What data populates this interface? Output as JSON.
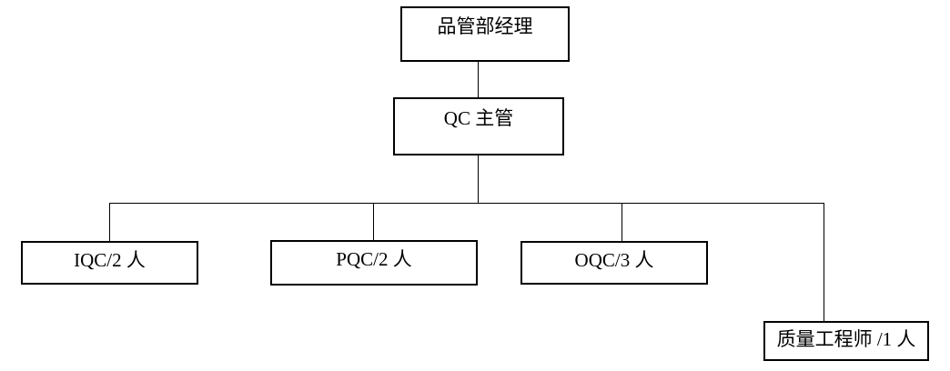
{
  "diagram": {
    "type": "org-chart",
    "colors": {
      "background": "#ffffff",
      "line": "#000000",
      "text": "#000000"
    },
    "nodes": {
      "manager": {
        "label": "品管部经理"
      },
      "qc_supervisor": {
        "label": "QC 主管"
      },
      "iqc": {
        "label": "IQC/2 人"
      },
      "pqc": {
        "label": "PQC/2 人"
      },
      "oqc": {
        "label": "OQC/3 人"
      },
      "quality_engineer": {
        "label": "质量工程师 /1 人"
      }
    },
    "edges": [
      {
        "from": "manager",
        "to": "qc_supervisor"
      },
      {
        "from": "qc_supervisor",
        "to": "iqc"
      },
      {
        "from": "qc_supervisor",
        "to": "pqc"
      },
      {
        "from": "qc_supervisor",
        "to": "oqc"
      },
      {
        "from": "qc_supervisor",
        "to": "quality_engineer"
      }
    ]
  }
}
